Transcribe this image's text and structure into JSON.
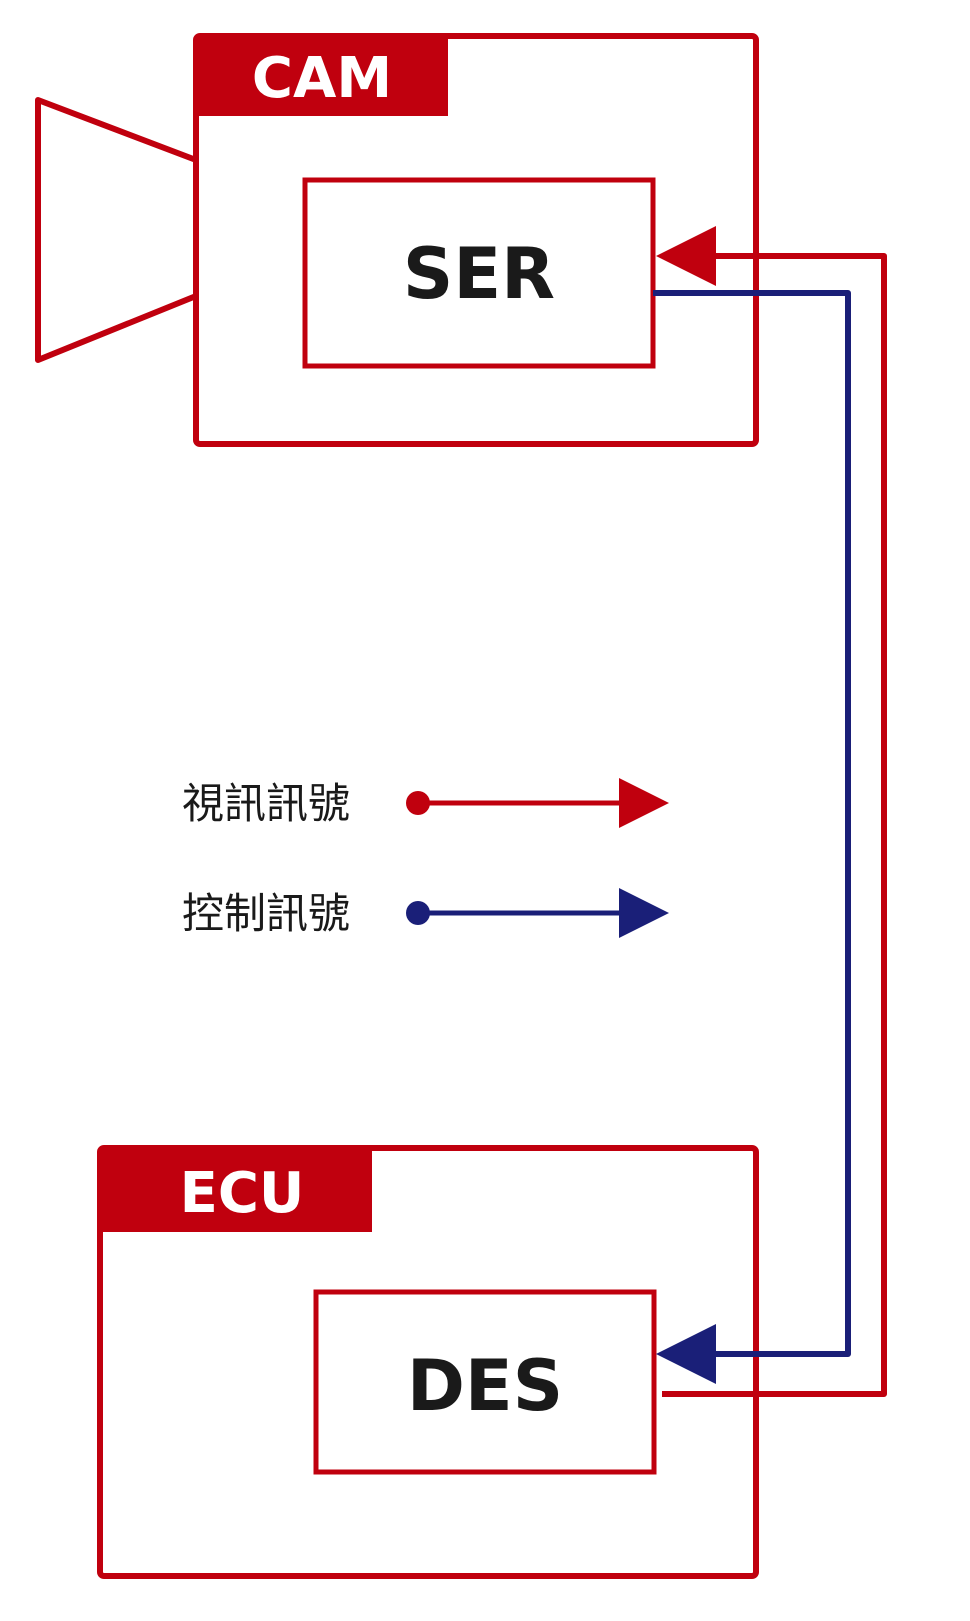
{
  "colors": {
    "red": "#c0000e",
    "blue": "#1a1f78",
    "text": "#1a1a1a",
    "background": "#ffffff"
  },
  "camera": {
    "tag": "CAM",
    "inner_box": "SER"
  },
  "ecu": {
    "tag": "ECU",
    "inner_box": "DES"
  },
  "legend": {
    "video_signal": "視訊訊號",
    "control_signal": "控制訊號"
  }
}
